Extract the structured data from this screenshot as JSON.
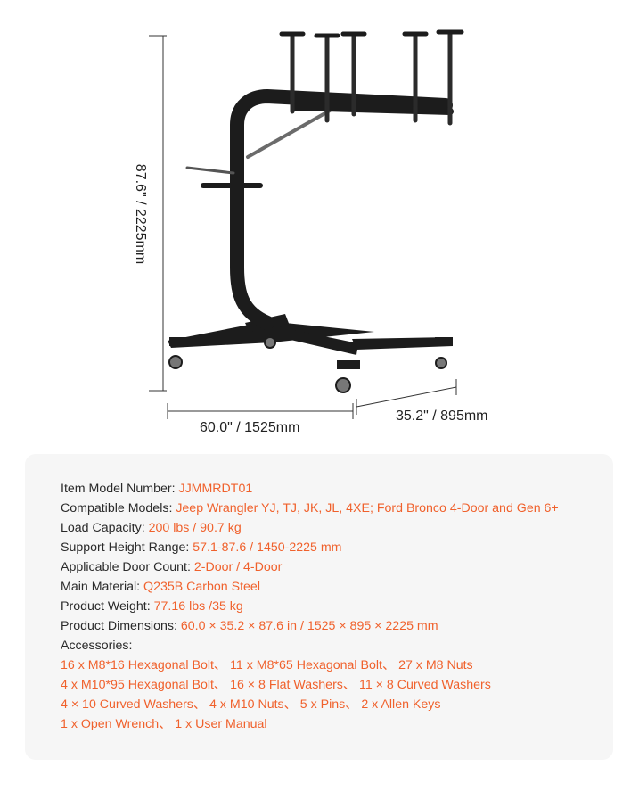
{
  "dimensions": {
    "height": "87.6\" / 2225mm",
    "width": "60.0\" / 1525mm",
    "depth": "35.2\" / 895mm"
  },
  "colors": {
    "accent": "#f0612c",
    "text": "#2a2a2a",
    "card_bg": "#f6f6f6",
    "frame": "#1c1c1c"
  },
  "specs": {
    "model": {
      "label": "Item Model Number: ",
      "value": "JJMMRDT01"
    },
    "compatible": {
      "label": "Compatible Models: ",
      "value": "Jeep Wrangler YJ, TJ, JK, JL, 4XE; Ford Bronco 4-Door and Gen 6+"
    },
    "load": {
      "label": "Load Capacity: ",
      "value": "200 lbs / 90.7 kg"
    },
    "height_range": {
      "label": "Support Height Range: ",
      "value": "57.1-87.6 / 1450-2225 mm"
    },
    "door_count": {
      "label": "Applicable Door Count: ",
      "value": "2-Door / 4-Door"
    },
    "material": {
      "label": "Main Material: ",
      "value": "Q235B Carbon Steel"
    },
    "weight": {
      "label": "Product Weight: ",
      "value": "77.16 lbs /35 kg"
    },
    "dims": {
      "label": "Product Dimensions: ",
      "value": "60.0 × 35.2 × 87.6 in / 1525 × 895 × 2225 mm"
    },
    "accessories_label": "Accessories:",
    "accessories": [
      "16 x M8*16 Hexagonal Bolt、 11 x M8*65 Hexagonal Bolt、 27 x M8 Nuts",
      "4 x M10*95 Hexagonal Bolt、 16 × 8 Flat Washers、 11 × 8 Curved Washers",
      "4 × 10 Curved Washers、 4 x M10 Nuts、 5 x Pins、 2 x Allen Keys",
      "1 x Open Wrench、 1 x User Manual"
    ]
  }
}
